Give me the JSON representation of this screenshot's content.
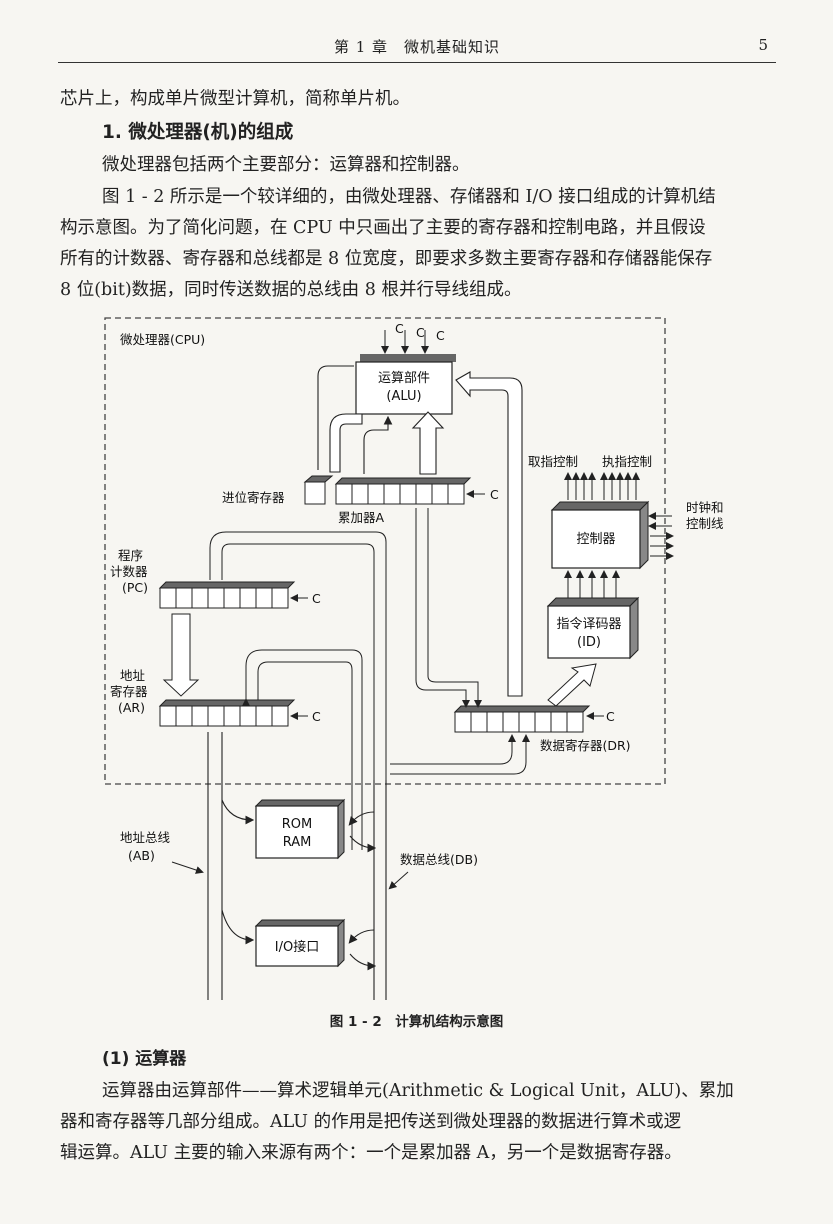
{
  "header": {
    "chapter_title": "第 1 章　微机基础知识",
    "page_number": "5"
  },
  "paragraphs": {
    "p0": "芯片上，构成单片微型计算机，简称单片机。",
    "h1": "1. 微处理器(机)的组成",
    "p1": "微处理器包括两个主要部分：运算器和控制器。",
    "p2a": "图 1 - 2 所示是一个较详细的，由微处理器、存储器和 I/O 接口组成的计算机结",
    "p2b": "构示意图。为了简化问题，在 CPU 中只画出了主要的寄存器和控制电路，并且假设",
    "p2c": "所有的计数器、寄存器和总线都是 8 位宽度，即要求多数主要寄存器和存储器能保存",
    "p2d": "8 位(bit)数据，同时传送数据的总线由 8 根并行导线组成。",
    "h2": "(1) 运算器",
    "p3a": "运算器由运算部件——算术逻辑单元(Arithmetic & Logical Unit，ALU)、累加",
    "p3b": "器和寄存器等几部分组成。ALU 的作用是把传送到微处理器的数据进行算术或逻",
    "p3c": "辑运算。ALU 主要的输入来源有两个：一个是累加器 A，另一个是数据寄存器。"
  },
  "figure": {
    "caption": "图 1 - 2　计算机结构示意图",
    "labels": {
      "cpu": "微处理器(CPU)",
      "c": "C",
      "alu_1": "运算部件",
      "alu_2": "(ALU)",
      "carry": "进位寄存器",
      "acc": "累加器A",
      "fetch": "取指控制",
      "exec": "执指控制",
      "clock_1": "时钟和",
      "clock_2": "控制线",
      "controller": "控制器",
      "pc_1": "程序",
      "pc_2": "计数器",
      "pc_3": "(PC)",
      "id_1": "指令译码器",
      "id_2": "(ID)",
      "ar_1": "地址",
      "ar_2": "寄存器",
      "ar_3": "(AR)",
      "dr": "数据寄存器(DR)",
      "rom": "ROM",
      "ram": "RAM",
      "ab_1": "地址总线",
      "ab_2": "(AB)",
      "db": "数据总线(DB)",
      "io": "I/O接口"
    }
  }
}
